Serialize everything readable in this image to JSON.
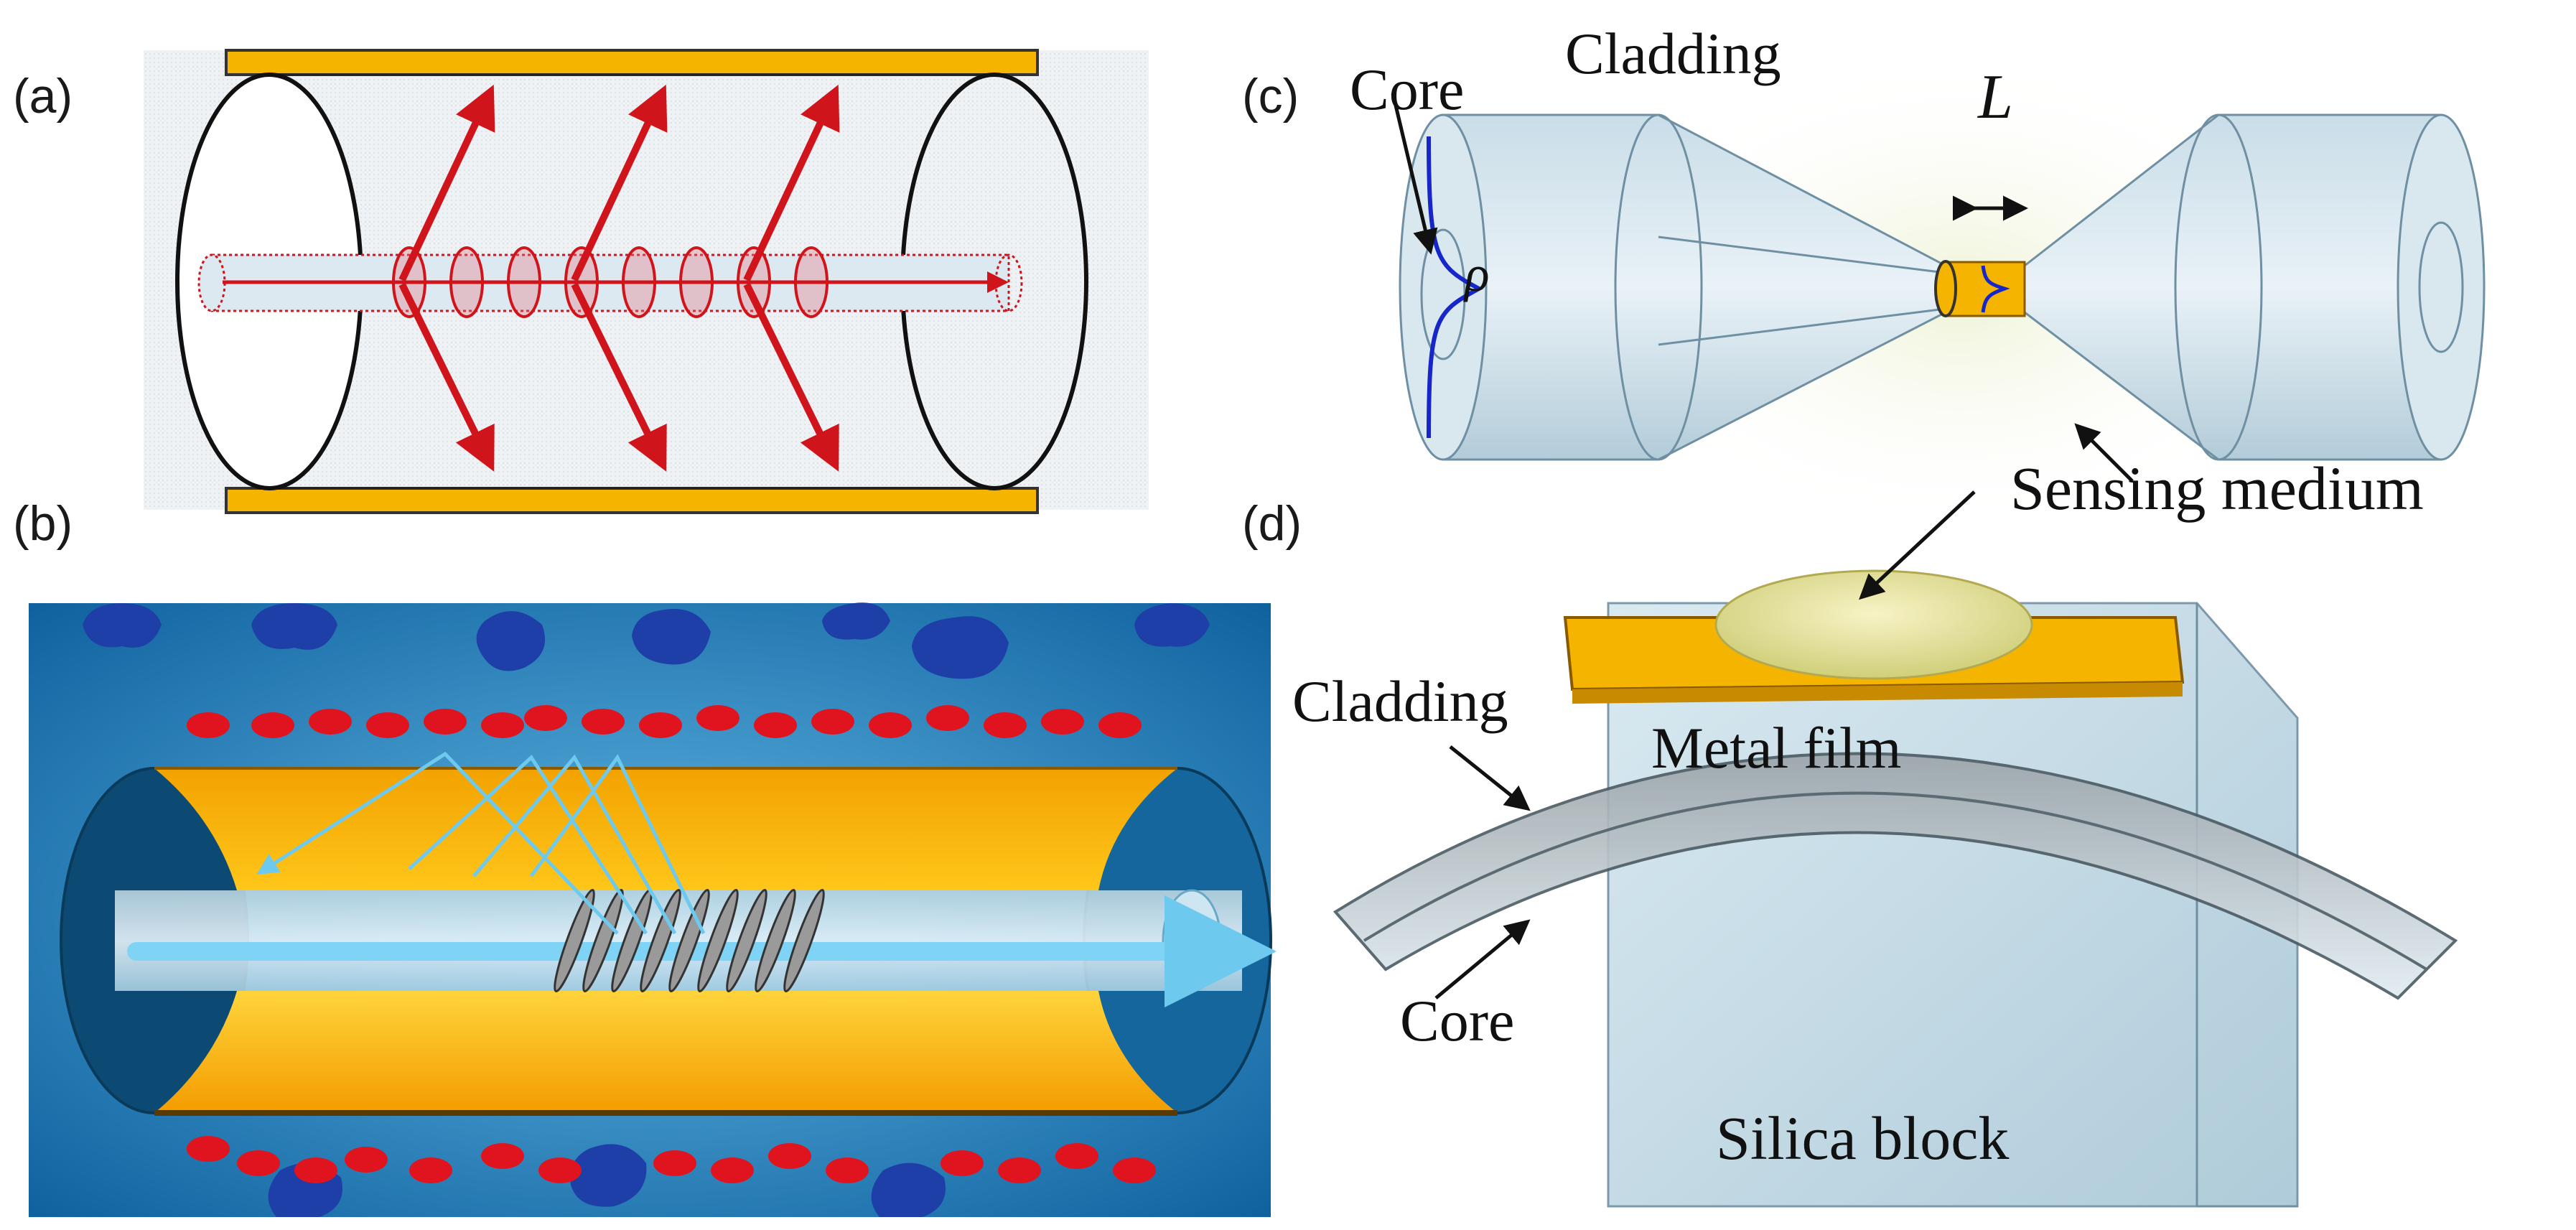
{
  "panels": {
    "a": {
      "label": "(a)"
    },
    "b": {
      "label": "(b)"
    },
    "c": {
      "label": "(c)",
      "core": "Core",
      "cladding": "Cladding",
      "length_symbol": "L",
      "radius_symbol": "ρ"
    },
    "d": {
      "label": "(d)",
      "sensing_medium": "Sensing medium",
      "cladding": "Cladding",
      "metal_film": "Metal film",
      "core": "Core",
      "silica_block": "Silica block"
    }
  },
  "colors": {
    "metal_gold": "#F5B400",
    "arrow_red": "#D0141C",
    "fiber_blue": "#BFE0EE",
    "background_blue": "#0E6FB5",
    "molecule_red": "#E0141E",
    "molecule_blue": "#1E3FA8",
    "field_profile": "#1726C8"
  }
}
